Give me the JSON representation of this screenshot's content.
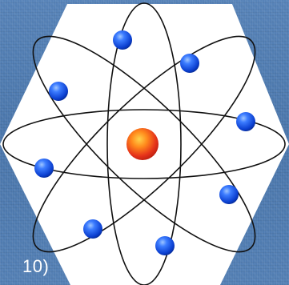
{
  "slide": {
    "number_label": "10)"
  },
  "illustration": {
    "icon": "atom-icon",
    "orbit_count": 4,
    "electron_count": 8,
    "colors": {
      "hexagon_fill": "#ffffff",
      "orbit_stroke": "#111111",
      "nucleus_outer": "#e02a10",
      "nucleus_inner": "#ffb020",
      "electron_outer": "#0a3fd6",
      "electron_inner": "#7fb2ff"
    }
  }
}
